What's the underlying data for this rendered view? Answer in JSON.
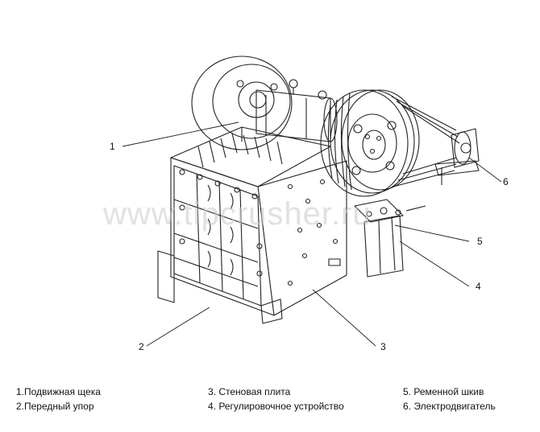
{
  "watermark": "www.tipcrusher.ru",
  "callouts": [
    "1",
    "2",
    "3",
    "4",
    "5",
    "6"
  ],
  "legend": [
    {
      "text": "1.Подвижная щека"
    },
    {
      "text": "2.Передный упор"
    },
    {
      "text": "3. Стеновая плита"
    },
    {
      "text": "4. Регулировочное устройство"
    },
    {
      "text": "5. Ременной шкив"
    },
    {
      "text": "6. Электродвигатель"
    }
  ],
  "colors": {
    "line": "#222222",
    "watermark": "#c8c8c8"
  }
}
